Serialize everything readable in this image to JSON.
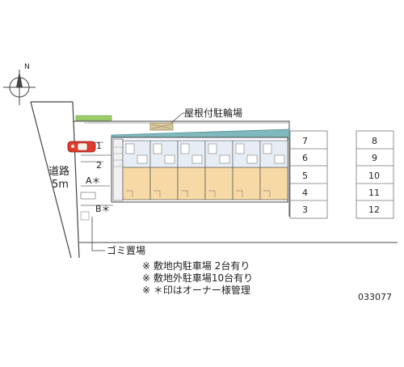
{
  "compass": {
    "north_mark": "N"
  },
  "road": {
    "line1": "道路",
    "line2": "5m"
  },
  "bike_shelter": {
    "label": "屋根付駐輪場"
  },
  "garbage": {
    "label": "ゴミ置場"
  },
  "onsite_spaces": [
    "1",
    "2",
    "A＊",
    "B＊"
  ],
  "offsite_spaces": {
    "col1": [
      "7",
      "6",
      "5",
      "4",
      "3"
    ],
    "col2": [
      "8",
      "9",
      "10",
      "11",
      "12"
    ]
  },
  "notes": [
    "※ 敷地内駐車場 2台有り",
    "※ 敷地外駐車場10台有り",
    "※ ＊印はオーナー様管理"
  ],
  "property_code": "033077",
  "colors": {
    "floor": "#f7d9a6",
    "building_edge": "#7fb8bd",
    "car": "#e03a2d",
    "hedge": "#9ccd6c",
    "shelter": "#d9c9a0"
  }
}
